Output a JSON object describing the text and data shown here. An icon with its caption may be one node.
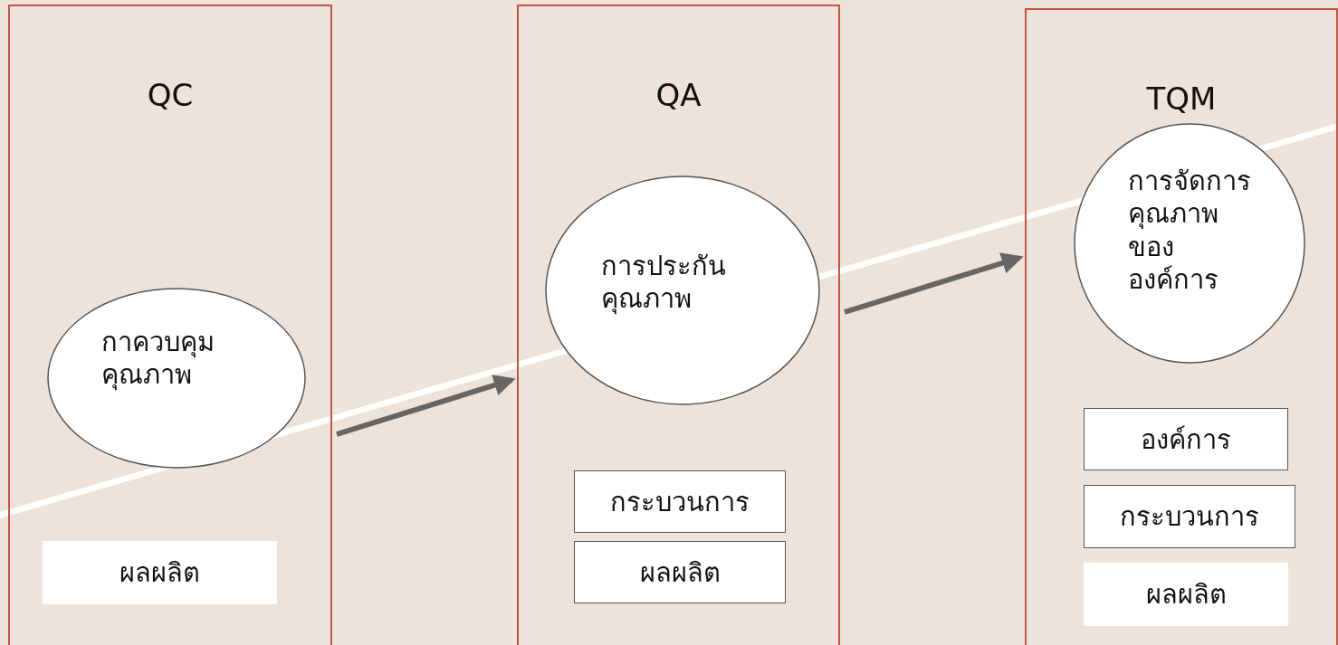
{
  "diagram": {
    "nodes": [
      {
        "text": [
          "QC"
        ]
      },
      {
        "text": [
          "กาควบคุมคุณภาพ"
        ],
        "in": 0
      },
      {
        "text": [
          "ผลผลิต"
        ],
        "in": 0
      },
      {
        "text": [
          "QA"
        ]
      },
      {
        "text": [
          "การประกันคุณภาพ"
        ],
        "in": 3
      },
      {
        "text": [
          "กระบวนการ"
        ],
        "in": 3
      },
      {
        "text": [
          "ผลผลิต"
        ],
        "in": 3
      },
      {
        "text": [
          "TQM"
        ]
      },
      {
        "text": [
          "การจัดการคุณภาพขององค์การ"
        ],
        "in": 7
      },
      {
        "text": [
          "องค์การ"
        ],
        "in": 7
      },
      {
        "text": [
          "กระบวนการ"
        ],
        "in": 7
      },
      {
        "text": [
          "ผลผลิต"
        ],
        "in": 7
      }
    ],
    "edges": [
      {
        "from": 0,
        "to": 3,
        "arrow": "to"
      },
      {
        "from": 3,
        "to": 7,
        "arrow": "to"
      }
    ]
  }
}
